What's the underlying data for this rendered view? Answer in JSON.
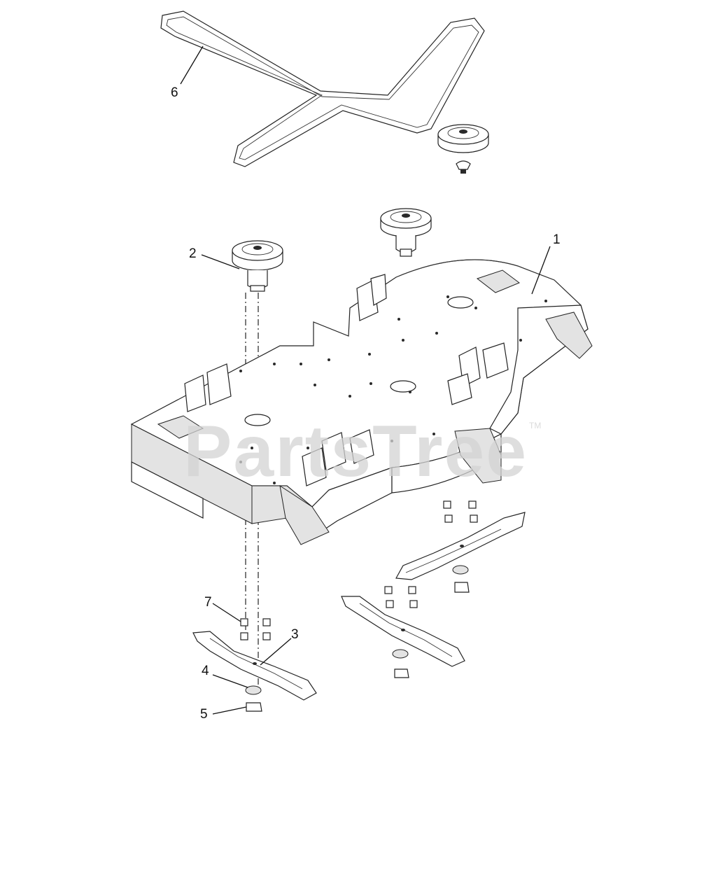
{
  "watermark": {
    "text": "PartsTree",
    "trademark": "TM"
  },
  "callouts": [
    {
      "id": "deck",
      "label": "1"
    },
    {
      "id": "spindle",
      "label": "2"
    },
    {
      "id": "blade",
      "label": "3"
    },
    {
      "id": "washer",
      "label": "4"
    },
    {
      "id": "nut",
      "label": "5"
    },
    {
      "id": "belt",
      "label": "6"
    },
    {
      "id": "bolt",
      "label": "7"
    }
  ],
  "colors": {
    "line": "#222222",
    "watermark": "#d4d4d4",
    "background": "#ffffff"
  }
}
